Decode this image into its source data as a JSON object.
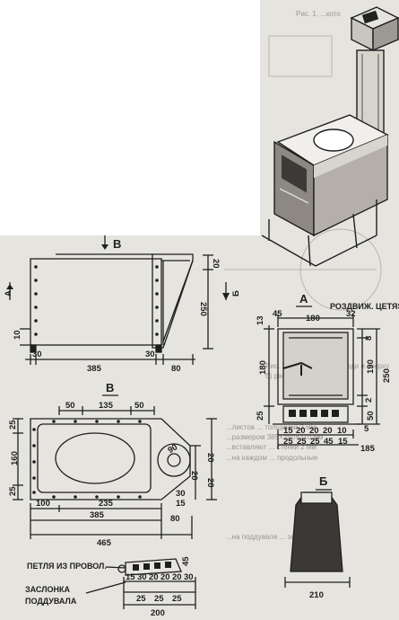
{
  "background_text": {
    "top_right_lines": [
      "Рис. 1. ...кото"
    ],
    "mid_right_lines": [
      "Рис. 2. Печь — вид спереди и сверху",
      "б) рабочие чертежи",
      "...листов ... толщиной 2 мм",
      "...размером 385×250×210 мм",
      "...вставляют ... стенки 2 мм",
      "...на каждом ... продольные",
      "...на поддувале ... заслонка"
    ]
  },
  "views": {
    "side_view": {
      "arrow_label": "B",
      "side_arrow": "A",
      "right_arrow": "Б",
      "dims": {
        "width_total": "385",
        "left_part": "30",
        "right_gap": "30",
        "flue_box": "80",
        "height": "250",
        "top_offset": "20",
        "bottom_offset": "10"
      }
    },
    "front_view": {
      "label": "A",
      "note": "РОЗДВИЖ. ЦЕТЯS",
      "dims": {
        "width": "180",
        "left_top": "45",
        "right_top": "32",
        "left_h1": "13",
        "left_h2": "180",
        "left_h3": "25",
        "right_h1": "8",
        "right_h2": "190",
        "right_h3": "2",
        "right_h4": "50",
        "right_h5": "5",
        "overall_h": "250",
        "bottom_a": [
          "15",
          "20",
          "20",
          "20",
          "10"
        ],
        "bottom_b": [
          "25",
          "25",
          "25",
          "45",
          "15"
        ],
        "bottom_total": "185"
      }
    },
    "top_view": {
      "label": "B",
      "dims": {
        "top_a": "50",
        "top_b": "135",
        "top_c": "50",
        "hole": "90",
        "left_a": "25",
        "left_b": "160",
        "left_c": "25",
        "r1": "15",
        "r2": "30",
        "left_short": "100",
        "inner": "235",
        "total_a": "385",
        "right_a": "80",
        "overall": "465",
        "mid_a": "20",
        "mid_b": "20",
        "mid_c": "20"
      }
    },
    "end_view": {
      "label": "Б",
      "dims": {
        "width": "210"
      }
    },
    "ash_door": {
      "loop_label": "ПЕТЛЯ ИЗ ПРОВОЛ.",
      "damper_label": "ЗАСЛОНКА",
      "ash_label": "ПОДДУВАЛА",
      "dims": {
        "top_row": [
          "15",
          "30",
          "20",
          "20",
          "20",
          "30"
        ],
        "mid_row": [
          "25",
          "25",
          "25"
        ],
        "total": "200",
        "side": "45"
      }
    }
  }
}
